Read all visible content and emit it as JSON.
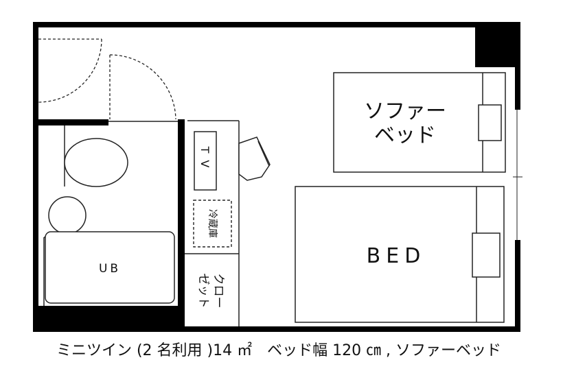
{
  "floorplan": {
    "labels": {
      "sofa_bed_line1": "ソファー",
      "sofa_bed_line2": "ベッド",
      "bed": "BED",
      "tv": "TV",
      "fridge": "冷蔵庫",
      "closet_line1": "クロー",
      "closet_line2": "ゼット",
      "unit_bath": "UB"
    },
    "caption": "ミニツイン (2 名利用 )14 ㎡　ベッド幅 120 ㎝ , ソファーベッド"
  },
  "colors": {
    "wall": "#000000",
    "background": "#ffffff",
    "line": "#222222"
  }
}
